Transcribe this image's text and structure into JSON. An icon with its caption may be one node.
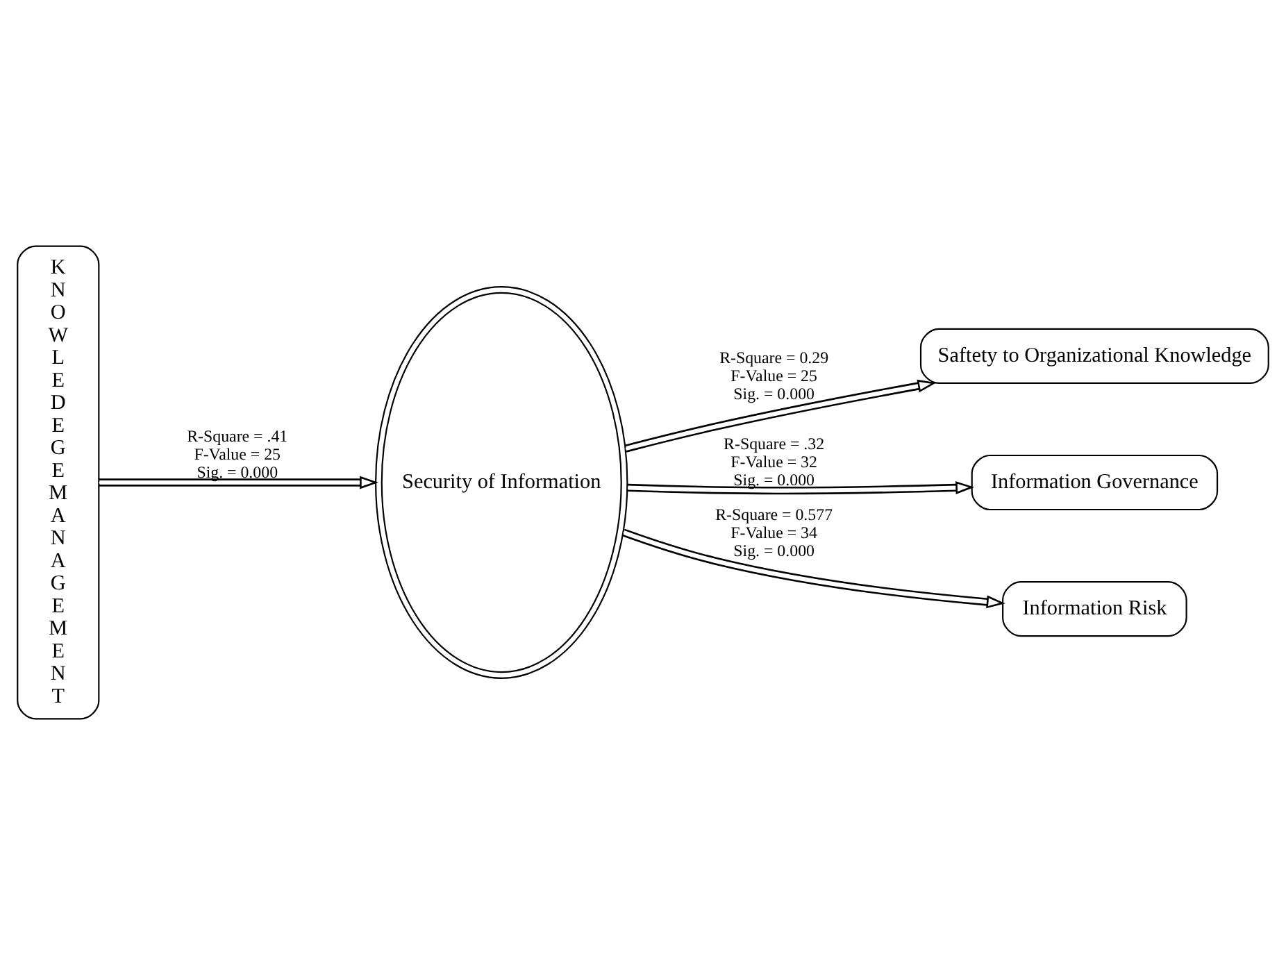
{
  "diagram": {
    "nodes": [
      {
        "text": [
          "K N O W L E D E G E M A N A G E M E N T"
        ]
      },
      {
        "text": [
          "Security of Information"
        ]
      },
      {
        "text": [
          "Saftety to Organizational Knowledge"
        ]
      },
      {
        "text": [
          "Information Governance"
        ]
      },
      {
        "text": [
          "Information Risk"
        ]
      }
    ],
    "edges": [
      {
        "from": 0,
        "to": 1,
        "arrow": "to",
        "label": [
          "R-Square = .41",
          "F-Value = 25",
          "Sig. = 0.000"
        ]
      },
      {
        "from": 1,
        "to": 2,
        "arrow": "to",
        "label": [
          "R-Square = 0.29",
          "F-Value = 25",
          "Sig. = 0.000"
        ]
      },
      {
        "from": 1,
        "to": 3,
        "arrow": "to",
        "label": [
          "R-Square = .32",
          "F-Value = 32",
          "Sig. = 0.000"
        ]
      },
      {
        "from": 1,
        "to": 4,
        "arrow": "to",
        "label": [
          "R-Square = 0.577",
          "F-Value = 34",
          "Sig. = 0.000"
        ]
      }
    ]
  }
}
